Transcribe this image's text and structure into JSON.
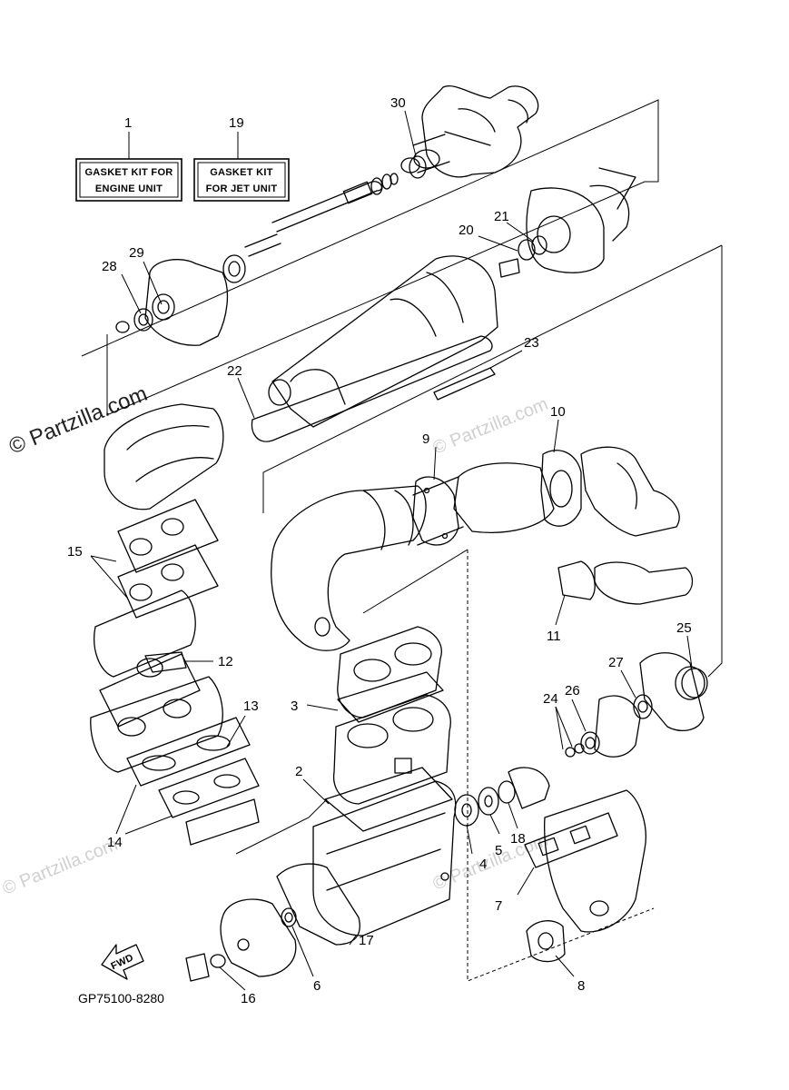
{
  "watermark": {
    "main": "© Partzilla.com",
    "secondary": "© Partzilla.com"
  },
  "kits": {
    "engine": {
      "callout": "1",
      "line1": "GASKET KIT FOR",
      "line2": "ENGINE UNIT"
    },
    "jet": {
      "callout": "19",
      "line1": "GASKET KIT",
      "line2": "FOR JET UNIT"
    }
  },
  "callouts": {
    "c2": "2",
    "c3": "3",
    "c4": "4",
    "c5": "5",
    "c6": "6",
    "c7": "7",
    "c8": "8",
    "c9": "9",
    "c10": "10",
    "c11": "11",
    "c12": "12",
    "c13": "13",
    "c14": "14",
    "c15": "15",
    "c16": "16",
    "c17": "17",
    "c18": "18",
    "c20": "20",
    "c21": "21",
    "c22": "22",
    "c23": "23",
    "c24": "24",
    "c25": "25",
    "c26": "26",
    "c27": "27",
    "c28": "28",
    "c29": "29",
    "c30": "30"
  },
  "fwd_label": "FWD",
  "diagram_code": "GP75100-8280"
}
